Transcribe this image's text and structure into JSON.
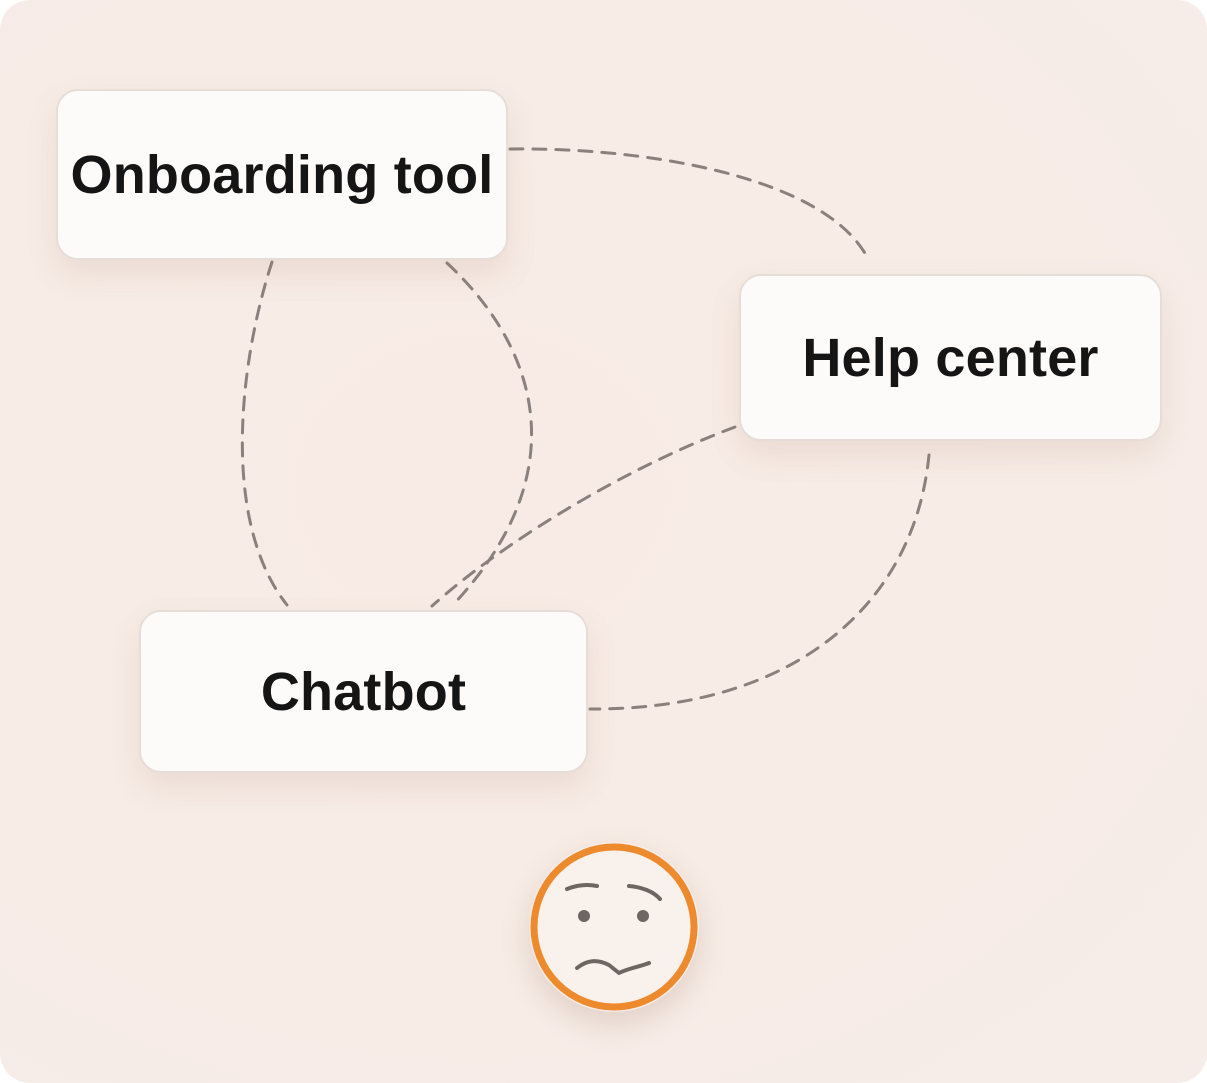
{
  "diagram": {
    "nodes": [
      {
        "id": "onboarding",
        "label": "Onboarding tool"
      },
      {
        "id": "help",
        "label": "Help center"
      },
      {
        "id": "chatbot",
        "label": "Chatbot"
      }
    ],
    "edges": [
      {
        "from": "onboarding",
        "to": "help",
        "style": "dashed"
      },
      {
        "from": "onboarding",
        "to": "chatbot",
        "style": "dashed"
      },
      {
        "from": "onboarding",
        "to": "chatbot",
        "style": "dashed"
      },
      {
        "from": "help",
        "to": "chatbot",
        "style": "dashed"
      },
      {
        "from": "help",
        "to": "chatbot",
        "style": "dashed"
      }
    ],
    "face": {
      "icon": "worried-face-icon",
      "ring_color": "#ee8a2e"
    }
  },
  "colors": {
    "background": "#f7ece6",
    "card": "#fdfafa",
    "edge": "#8a817d",
    "face_ring": "#ee8a2e"
  }
}
